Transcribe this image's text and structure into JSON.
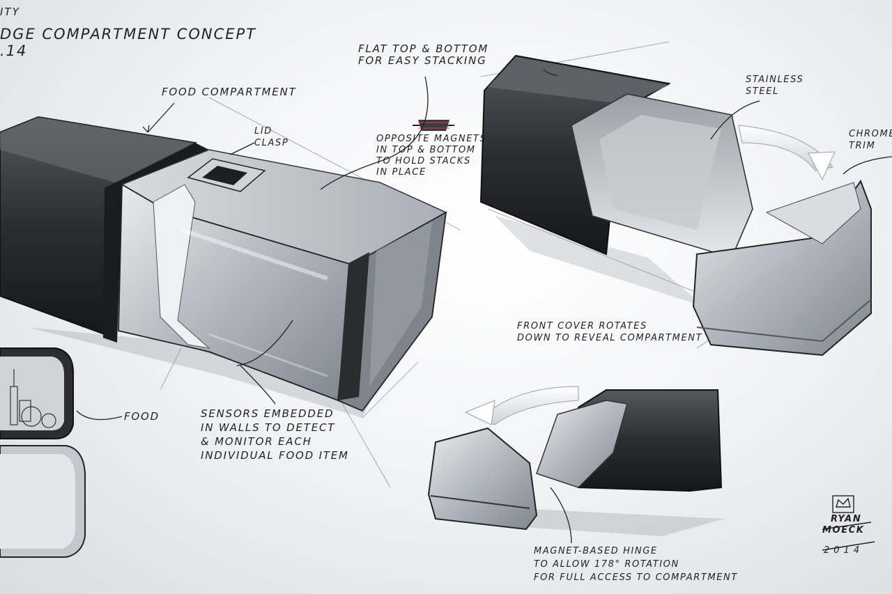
{
  "header": {
    "line0": "ITY",
    "title": "DGE COMPARTMENT CONCEPT",
    "date": ".14"
  },
  "annotations": {
    "food_compartment": "FOOD COMPARTMENT",
    "lid_clasp": [
      "LID",
      "CLASP"
    ],
    "flat_top": [
      "FLAT TOP & BOTTOM",
      "FOR EASY STACKING"
    ],
    "magnets": [
      "OPPOSITE MAGNETS",
      "IN TOP & BOTTOM",
      "TO HOLD STACKS",
      "IN PLACE"
    ],
    "stainless": [
      "STAINLESS",
      "STEEL"
    ],
    "chrome": [
      "CHROME",
      "TRIM"
    ],
    "front_cover": [
      "FRONT COVER ROTATES",
      "DOWN TO REVEAL COMPARTMENT"
    ],
    "sensors": [
      "SENSORS EMBEDDED",
      "IN WALLS TO DETECT",
      "& MONITOR EACH",
      "INDIVIDUAL FOOD ITEM"
    ],
    "food": "FOOD",
    "hinge": [
      "MAGNET-BASED HINGE",
      "TO ALLOW 178° ROTATION",
      "FOR FULL ACCESS TO COMPARTMENT"
    ]
  },
  "signature": {
    "name_line1": "RYAN",
    "name_line2": "MOECK",
    "year": "2014"
  },
  "colors": {
    "dark_body": "#2b2d31",
    "steel": "#b9bec4",
    "steel_light": "#e3e6ea",
    "steel_shadow": "#8a9097",
    "ink": "#222222"
  }
}
